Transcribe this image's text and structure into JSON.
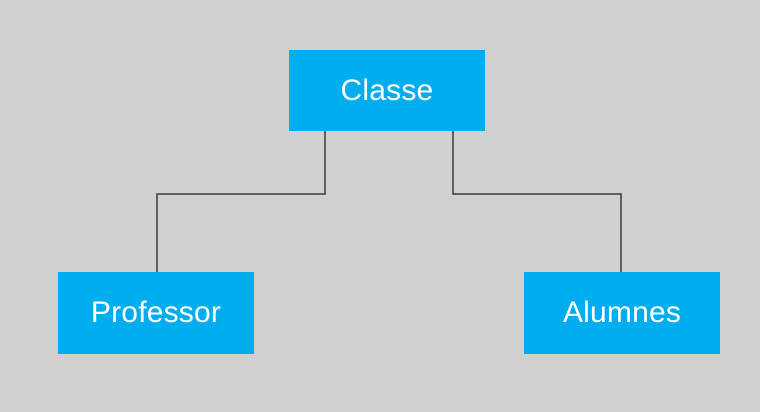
{
  "diagram": {
    "background_color": "#d0d0d0",
    "node_color": "#00aeef",
    "text_color": "#ffffff",
    "line_color": "#3a3a3a",
    "root": {
      "label": "Classe"
    },
    "children": [
      {
        "label": "Professor"
      },
      {
        "label": "Alumnes"
      }
    ]
  }
}
